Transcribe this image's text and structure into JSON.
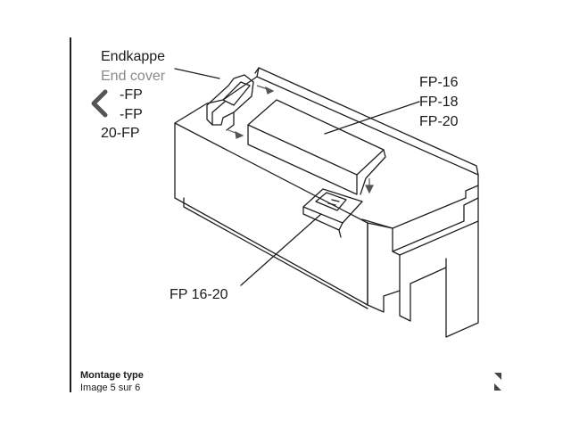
{
  "labels": {
    "endkappe": "Endkappe",
    "end_cover": "End cover",
    "fp_line1": "-FP",
    "fp_line2": "-FP",
    "fp_line3": "20-FP",
    "fp16": "FP-16",
    "fp18": "FP-18",
    "fp20": "FP-20",
    "fp16_20": "FP 16-20"
  },
  "caption": {
    "title": "Montage type",
    "subtitle": "Image 5 sur 6"
  },
  "icons": {
    "previous": "chevron-left-icon",
    "expand": "expand-icon"
  },
  "colors": {
    "line": "#1f1f1f",
    "arrow": "#555555",
    "muted_text": "#8a8a8a"
  }
}
